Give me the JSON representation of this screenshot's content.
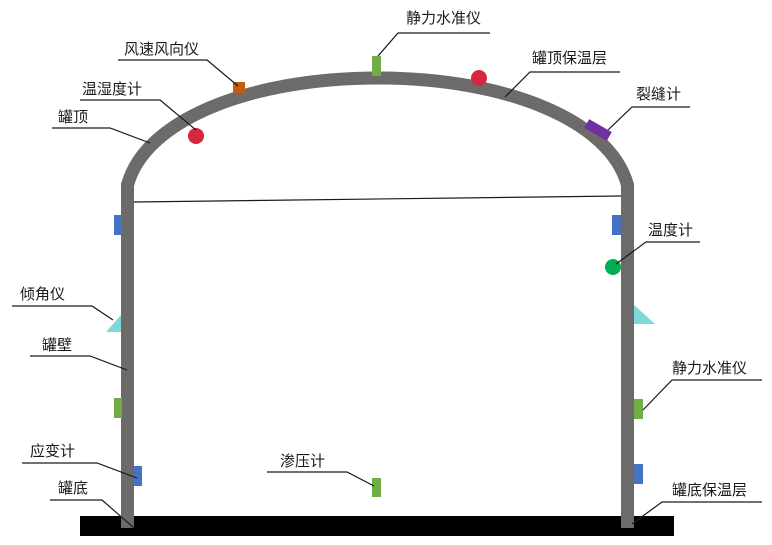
{
  "labels": {
    "level_gauge_top": "静力水准仪",
    "wind_gauge": "风速风向仪",
    "roof_insulation": "罐顶保温层",
    "temp_humidity": "温湿度计",
    "crack_gauge": "裂缝计",
    "tank_roof": "罐顶",
    "thermometer": "温度计",
    "inclinometer": "倾角仪",
    "tank_wall": "罐壁",
    "level_gauge_right": "静力水准仪",
    "strain_gauge": "应变计",
    "piezometer": "渗压计",
    "tank_bottom": "罐底",
    "bottom_insulation": "罐底保温层"
  },
  "colors": {
    "tank_structure": "#6d6a6a",
    "base_slab": "#000000",
    "strain_gauge": "#4472c4",
    "level_gauge": "#70ad47",
    "inclinometer": "#7fd8d8",
    "temp_sensor_red": "#d7263d",
    "thermometer_green": "#00b050",
    "wind_gauge": "#c55a11",
    "crack_gauge": "#7030a0",
    "text": "#1a1a1a"
  }
}
